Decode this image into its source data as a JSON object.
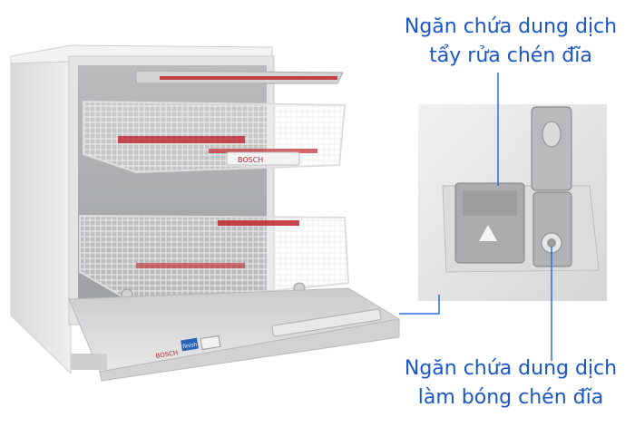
{
  "callouts": {
    "detergent": {
      "line1": "Ngăn chứa dung dịch",
      "line2": "tẩy rửa chén đĩa"
    },
    "rinse_aid": {
      "line1": "Ngăn chứa dung dịch",
      "line2": "làm bóng chén đĩa"
    }
  },
  "brand_marks": {
    "door_logo": "BOSCH",
    "finish_badge": "finish"
  },
  "colors": {
    "callout_text": "#1a56c8",
    "callout_line": "#2a6fe0",
    "appliance_body": "#e6e6e6",
    "rack_accent": "#c0272d"
  }
}
